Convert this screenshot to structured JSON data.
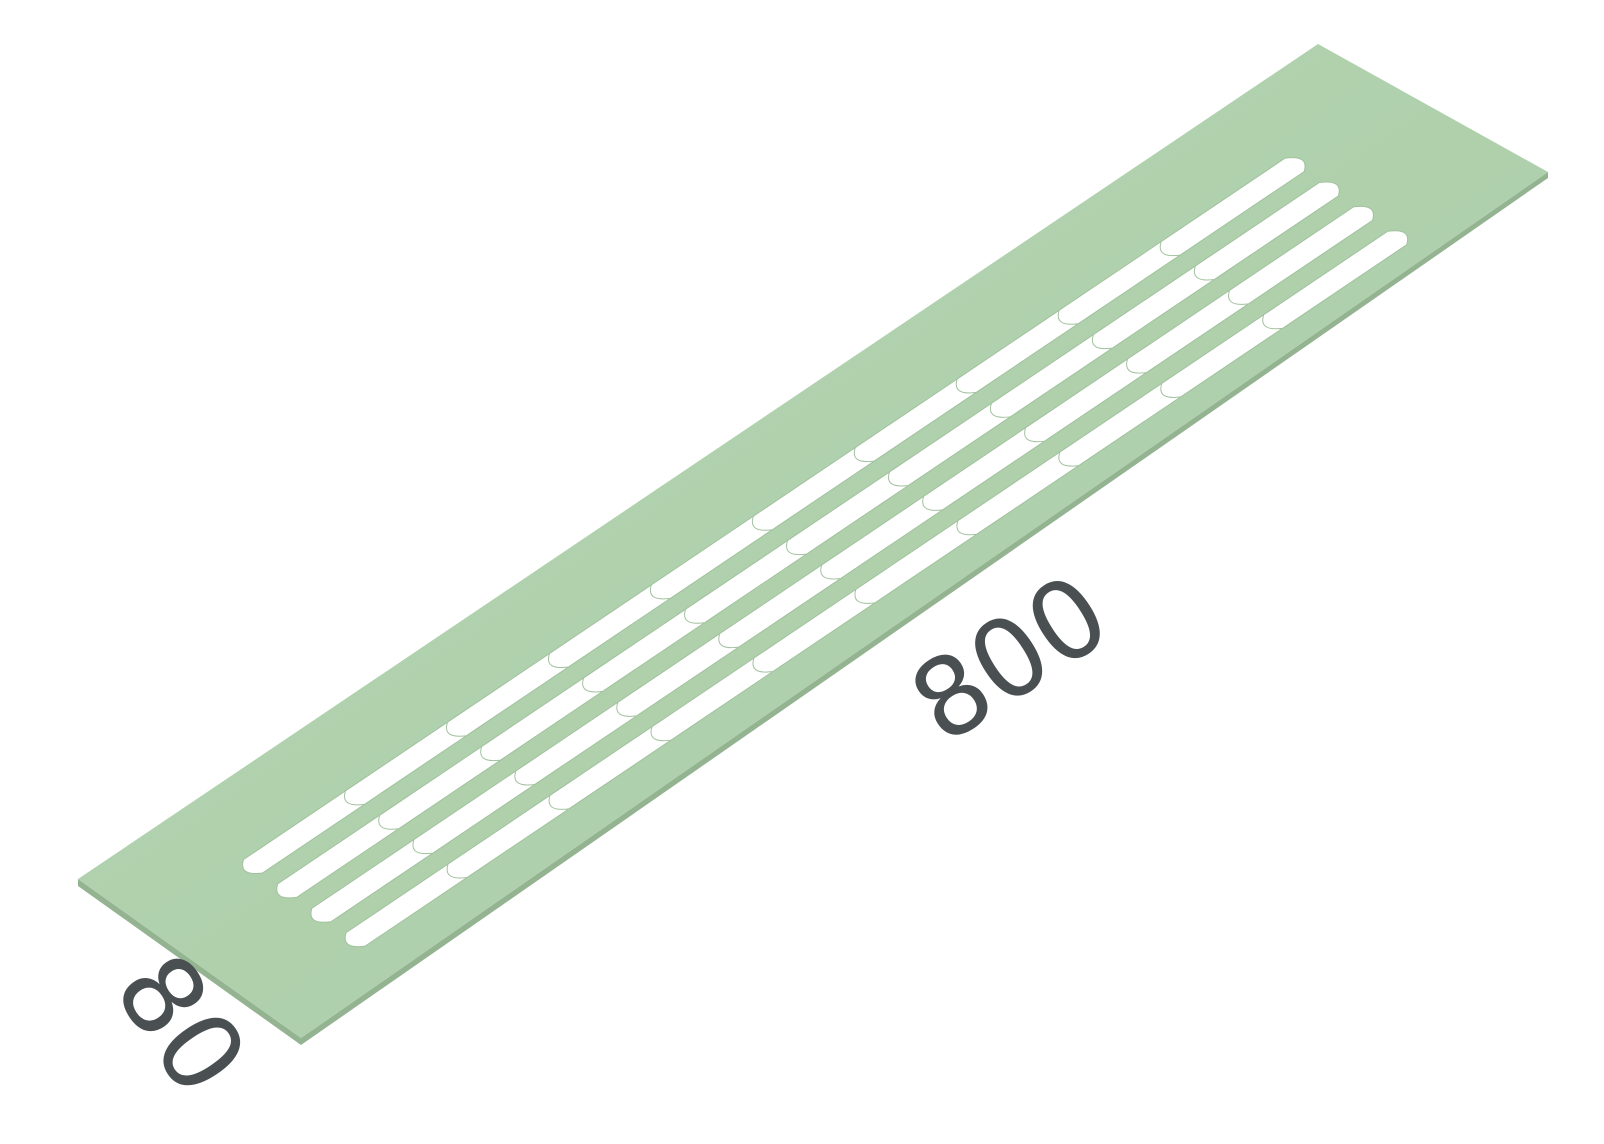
{
  "product": {
    "name": "ventilation-grille",
    "plate_color": "#b3d4b0",
    "plate_edge_color": "#93b391",
    "slot_color": "#ffffff",
    "slot_columns": 10,
    "slots_per_column": 4
  },
  "dimensions": {
    "length_label": "800",
    "width_label": "80",
    "label_color": "#4a5052"
  }
}
